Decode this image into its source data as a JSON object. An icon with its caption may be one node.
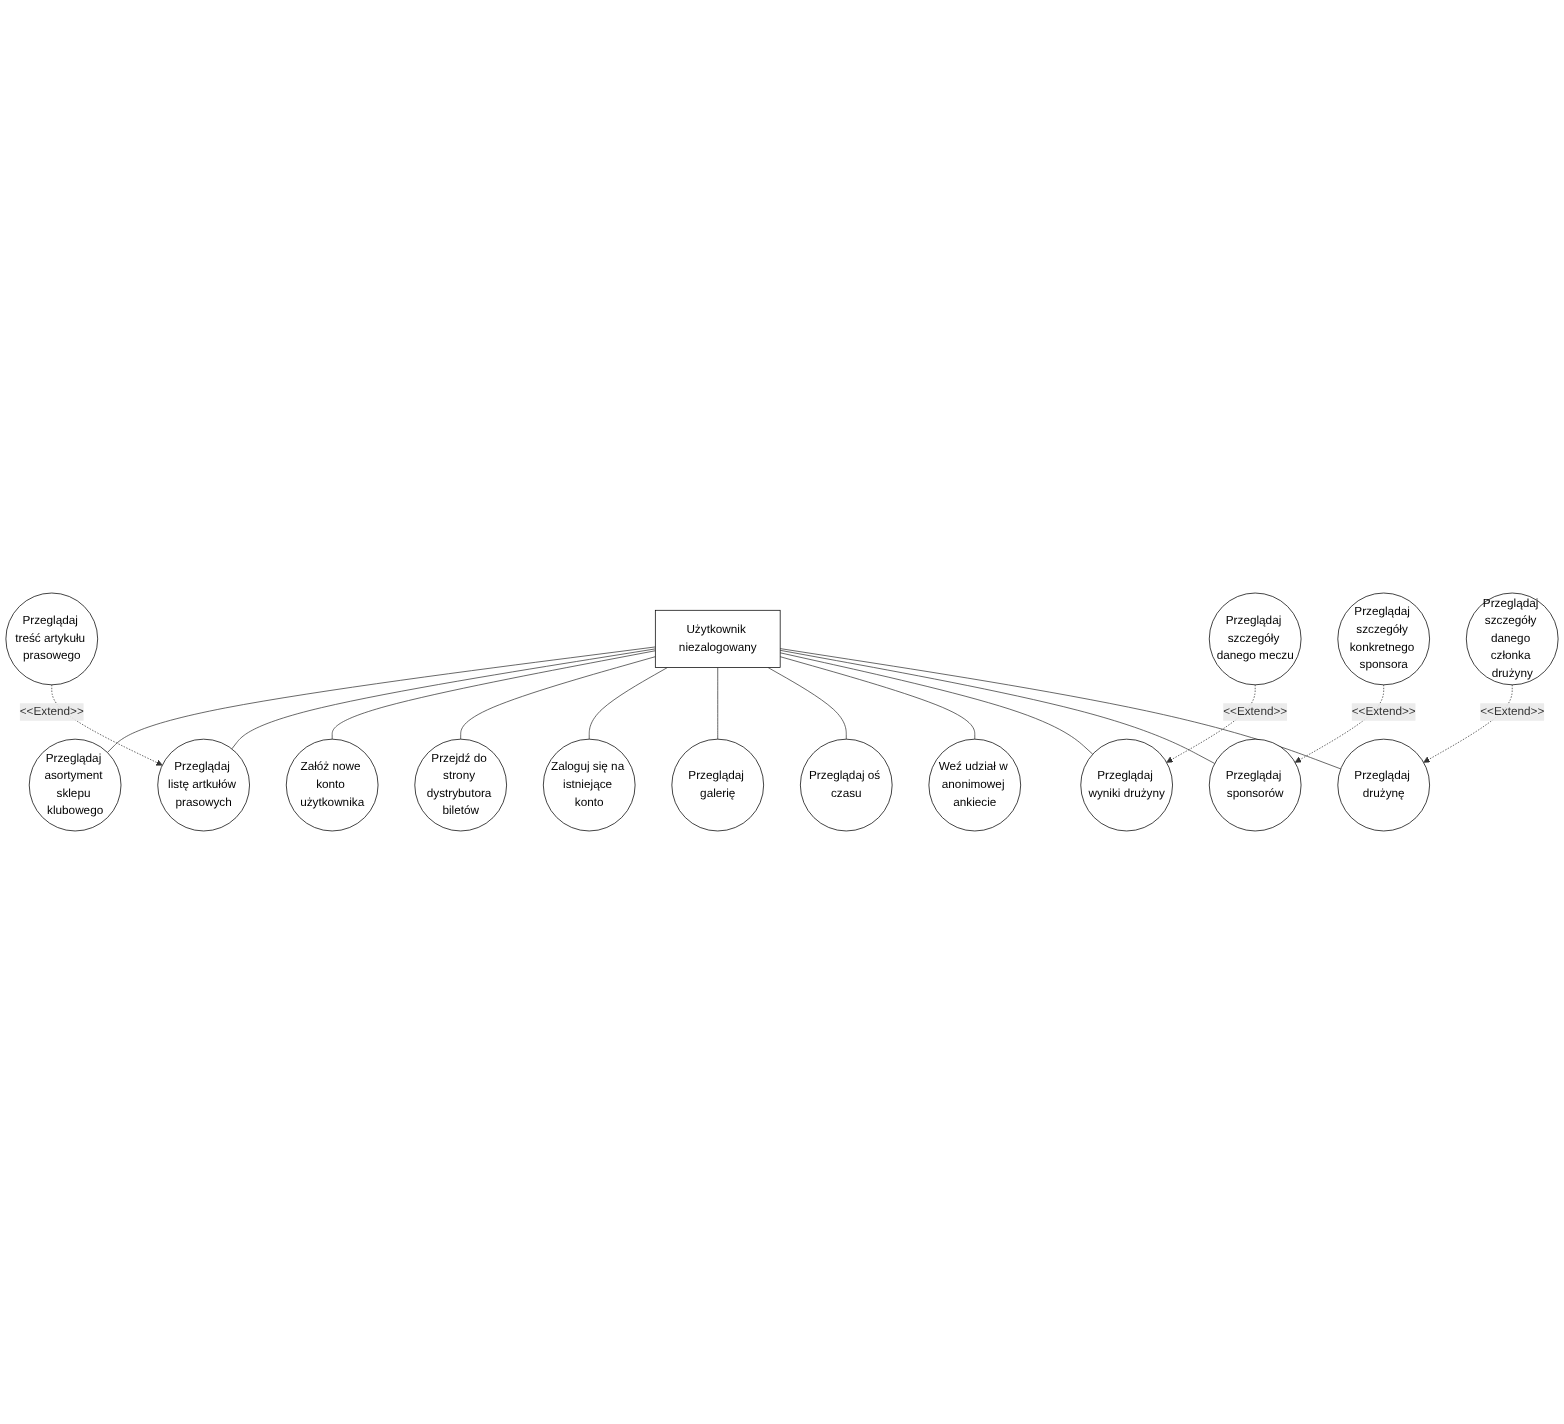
{
  "diagram": {
    "nodes": [
      {
        "text": [
          "Użytkownik niezalogowany"
        ]
      },
      {
        "text": [
          "Przeglądaj asortyment sklepu klubowego"
        ]
      },
      {
        "text": [
          "Przeglądaj listę artkułów prasowych"
        ]
      },
      {
        "text": [
          "Przeglądaj treść artykułu prasowego"
        ]
      },
      {
        "text": [
          "Załóż nowe konto użytkownika"
        ]
      },
      {
        "text": [
          "Przejdź do strony dystrybutora biletów"
        ]
      },
      {
        "text": [
          "Zaloguj się na istniejące konto"
        ]
      },
      {
        "text": [
          "Przeglądaj galerię"
        ]
      },
      {
        "text": [
          "Przeglądaj oś czasu"
        ]
      },
      {
        "text": [
          "Weź udział w anonimowej ankiecie"
        ]
      },
      {
        "text": [
          "Przeglądaj wyniki drużyny"
        ]
      },
      {
        "text": [
          "Przeglądaj sponsorów"
        ]
      },
      {
        "text": [
          "Przeglądaj drużynę"
        ]
      },
      {
        "text": [
          "Przeglądaj szczegóły danego meczu"
        ]
      },
      {
        "text": [
          "Przeglądaj szczegóły konkretnego sponsora"
        ]
      },
      {
        "text": [
          "Przeglądaj szczegóły danego członka drużyny"
        ]
      }
    ],
    "edges": [
      {
        "from": 0,
        "to": 1,
        "arrow": "none"
      },
      {
        "from": 0,
        "to": 2,
        "arrow": "none"
      },
      {
        "from": 3,
        "to": 2,
        "arrow": "to",
        "label": "<<Extend>>",
        "style": "dashed"
      },
      {
        "from": 0,
        "to": 4,
        "arrow": "none"
      },
      {
        "from": 0,
        "to": 5,
        "arrow": "none"
      },
      {
        "from": 0,
        "to": 6,
        "arrow": "none"
      },
      {
        "from": 0,
        "to": 7,
        "arrow": "none"
      },
      {
        "from": 0,
        "to": 8,
        "arrow": "none"
      },
      {
        "from": 0,
        "to": 9,
        "arrow": "none"
      },
      {
        "from": 0,
        "to": 10,
        "arrow": "none"
      },
      {
        "from": 0,
        "to": 11,
        "arrow": "none"
      },
      {
        "from": 0,
        "to": 12,
        "arrow": "none"
      },
      {
        "from": 13,
        "to": 10,
        "arrow": "to",
        "label": "<<Extend>>",
        "style": "dashed"
      },
      {
        "from": 14,
        "to": 11,
        "arrow": "to",
        "label": "<<Extend>>",
        "style": "dashed"
      },
      {
        "from": 15,
        "to": 12,
        "arrow": "to",
        "label": "<<Extend>>",
        "style": "dashed"
      }
    ]
  }
}
